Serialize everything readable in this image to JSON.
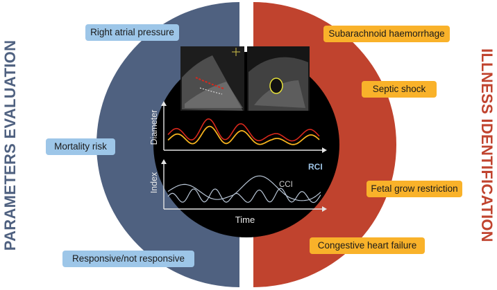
{
  "left_title": "PARAMETERS EVALUATION",
  "right_title": "ILLNESS IDENTIFICATION",
  "parameters": [
    "Right atrial pressure",
    "Mortality risk",
    "Responsive/not responsive"
  ],
  "illnesses": [
    "Subarachnoid haemorrhage",
    "Septic shock",
    "Fetal grow restriction",
    "Congestive heart failure"
  ],
  "chart": {
    "diameter_label": "Diameter",
    "index_label": "Index",
    "time_label": "Time",
    "rci_label": "RCI",
    "cci_label": "CCI"
  },
  "colors": {
    "left_ring": "#4f6180",
    "right_ring": "#c0432e",
    "parameter_box": "#9dc6e8",
    "illness_box": "#f9b22a",
    "center_disc": "#000000",
    "diameter_red": "#d8281c",
    "diameter_yellow": "#f5b21e",
    "index_trace": "#b9c6d6"
  }
}
